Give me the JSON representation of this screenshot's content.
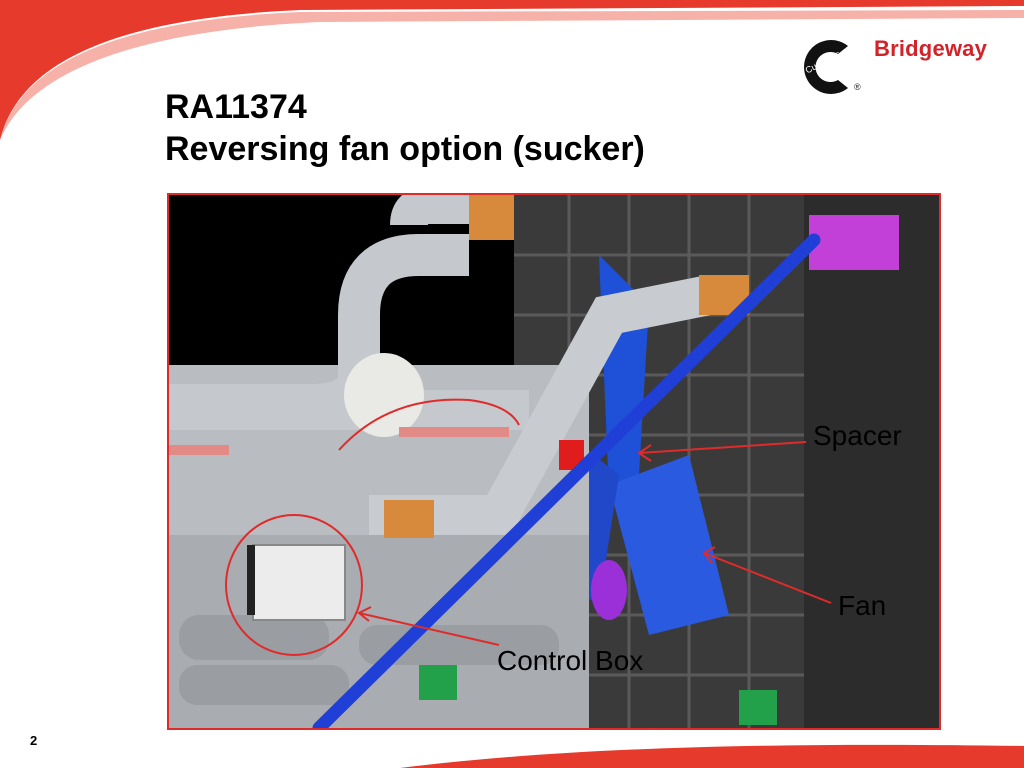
{
  "brand": {
    "company_text": "Bridgeway",
    "logo_text": "Cummins",
    "registered_mark": "®",
    "accent_color": "#d2232a"
  },
  "slide": {
    "title_line1": "RA11374",
    "title_line2": "Reversing fan option (sucker)",
    "page_number": "2"
  },
  "callouts": {
    "spacer": "Spacer",
    "fan": "Fan",
    "control_box": "Control Box"
  }
}
